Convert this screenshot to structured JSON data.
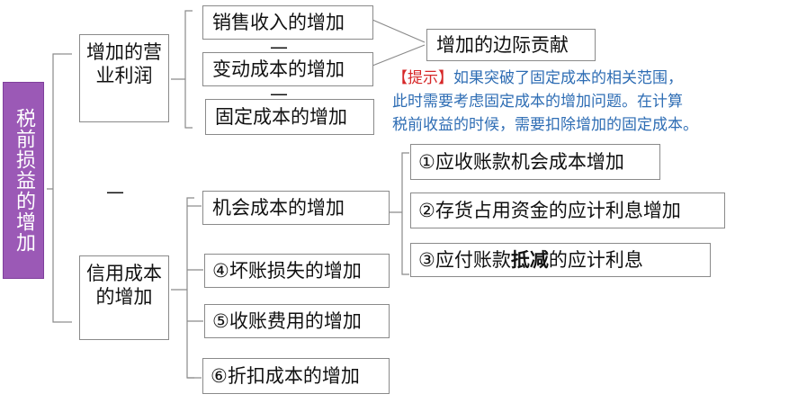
{
  "root": {
    "label": "税前损益的增加"
  },
  "branches": {
    "operating_profit": {
      "label": "增加的营业利润",
      "items": [
        "销售收入的增加",
        "变动成本的增加",
        "固定成本的增加"
      ],
      "operator_1": "—",
      "operator_2": "—",
      "merge_label": "增加的边际贡献"
    },
    "main_operator": "—",
    "credit_cost": {
      "label": "信用成本的增加",
      "opportunity": {
        "label": "机会成本的增加",
        "items": [
          {
            "text": "①应收账款机会成本增加"
          },
          {
            "text": "②存货占用资金的应计利息增加"
          },
          {
            "prefix": "③应付账款",
            "bold": "抵减",
            "suffix": "的应计利息"
          }
        ]
      },
      "other_items": [
        "④坏账损失的增加",
        "⑤收账费用的增加",
        "⑥折扣成本的增加"
      ]
    }
  },
  "hint": {
    "tag": "【提示】",
    "lines": [
      "如果突破了固定成本的相关范围，",
      "此时需要考虑固定成本的增加问题。在计算",
      "税前收益的时候，需要扣除增加的固定成本。"
    ]
  },
  "colors": {
    "root_bg": "#9b59b6",
    "hint_text": "#2e6db4",
    "hint_tag": "#d62728",
    "box_border": "#8a8a8a"
  }
}
